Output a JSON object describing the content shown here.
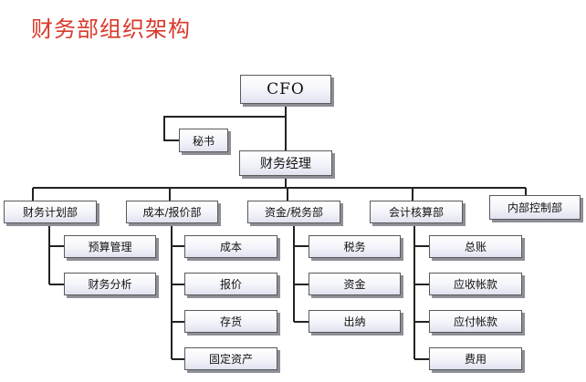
{
  "title": "财务部组织架构",
  "org": {
    "cfo": "CFO",
    "secretary": "秘书",
    "manager": "财务经理",
    "departments": [
      {
        "name": "财务计划部",
        "children": [
          "预算管理",
          "财务分析"
        ]
      },
      {
        "name": "成本/报价部",
        "children": [
          "成本",
          "报价",
          "存货",
          "固定资产"
        ]
      },
      {
        "name": "资金/税务部",
        "children": [
          "税务",
          "资金",
          "出纳"
        ]
      },
      {
        "name": "会计核算部",
        "children": [
          "总账",
          "应收帐款",
          "应付帐款",
          "费用"
        ]
      }
    ],
    "internal_control": "内部控制部"
  }
}
